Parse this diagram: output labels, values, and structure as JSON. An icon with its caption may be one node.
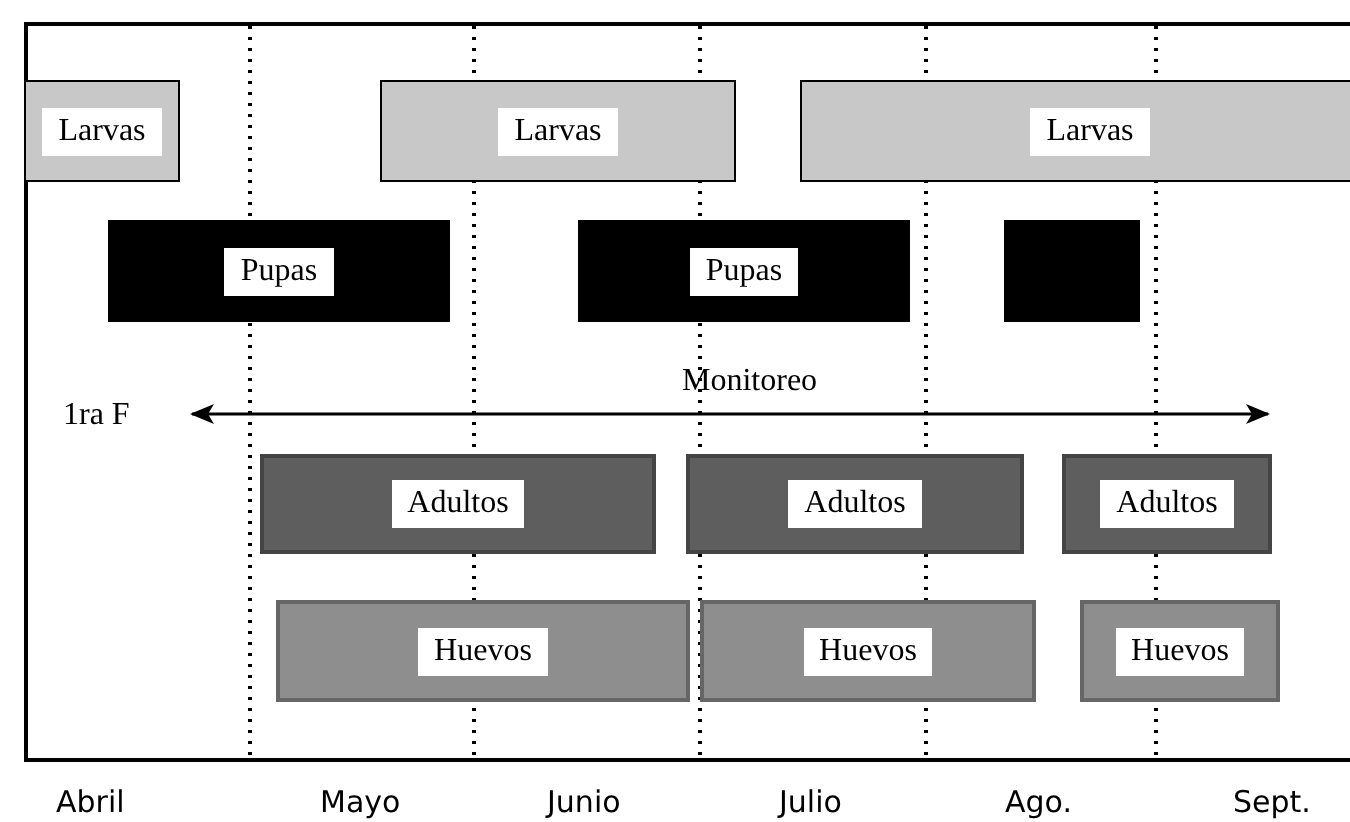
{
  "diagram": {
    "nodes": [
      {
        "text": [
          "Larvas"
        ]
      },
      {
        "text": [
          "Larvas"
        ]
      },
      {
        "text": [
          "Larvas"
        ]
      },
      {
        "text": [
          "Pupas"
        ]
      },
      {
        "text": [
          "Pupas"
        ]
      },
      {
        "text": [],
        "shape": "bar"
      },
      {
        "text": [
          "Adultos"
        ]
      },
      {
        "text": [
          "Adultos"
        ]
      },
      {
        "text": [
          "Adultos"
        ]
      },
      {
        "text": [
          "Huevos"
        ]
      },
      {
        "text": [
          "Huevos"
        ]
      },
      {
        "text": [
          "Huevos"
        ]
      }
    ],
    "labels": [
      "Monitoreo",
      "1ra F",
      "Abril",
      "Mayo",
      "Junio",
      "Julio",
      "Ago.",
      "Sept."
    ]
  }
}
